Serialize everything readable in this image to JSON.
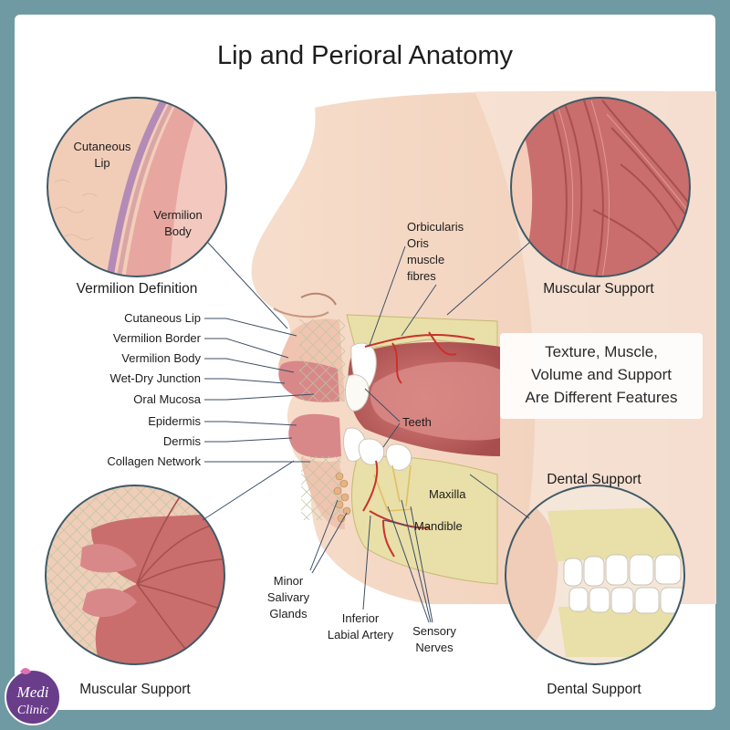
{
  "title": "Lip and Perioral Anatomy",
  "insets": {
    "vermilion": {
      "caption": "Vermilion Definition",
      "label1": [
        "Cutaneous",
        "Lip"
      ],
      "label2": [
        "Vermilion",
        "Body"
      ]
    },
    "muscular_top": {
      "caption": "Muscular Support"
    },
    "muscular_bottom": {
      "caption": "Muscular Support"
    },
    "dental": {
      "caption_top": "Dental Support",
      "caption_bottom": "Dental Support"
    }
  },
  "left_labels": [
    "Cutaneous Lip",
    "Vermilion Border",
    "Vermilion Body",
    "Wet-Dry Junction",
    "Oral Mucosa",
    "Epidermis",
    "Dermis",
    "Collagen Network"
  ],
  "center_labels": {
    "orbicularis": [
      "Orbicularis",
      "Oris",
      "muscle",
      "fibres"
    ],
    "teeth": "Teeth",
    "maxilla": "Maxilla",
    "mandible": "Mandible",
    "minor_glands": [
      "Minor",
      "Salivary",
      "Glands"
    ],
    "artery": [
      "Inferior",
      "Labial Artery"
    ],
    "nerves": [
      "Sensory",
      "Nerves"
    ]
  },
  "callout": [
    "Texture, Muscle,",
    "Volume and Support",
    "Are Different Features"
  ],
  "logo": [
    "Medi",
    "Clinic"
  ],
  "colors": {
    "frame": "#6f9aa3",
    "skin": "#f3d6c2",
    "lip": "#d9888a",
    "muscle": "#c96e6c",
    "bone": "#e9dfa8",
    "nerve": "#e0c060",
    "artery": "#c8322c",
    "line": "#3d4f66"
  }
}
